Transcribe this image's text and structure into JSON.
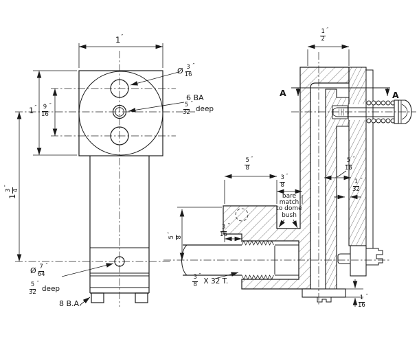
{
  "front_view": {
    "dim_width": {
      "value": "1",
      "unit": "″"
    },
    "dim_height": {
      "value": "1",
      "unit": "″"
    },
    "dim_hole_spacing": {
      "num": "9",
      "den": "16",
      "unit": "″"
    },
    "dim_overall": {
      "whole": "1",
      "num": "3",
      "den": "4",
      "unit": "″"
    },
    "top_hole_dia": {
      "prefix": "Ø",
      "num": "3",
      "den": "16",
      "unit": "″"
    },
    "tap_label": {
      "line1": "6 BA",
      "num": "5",
      "den": "32",
      "unit": "″",
      "suffix": "deep"
    },
    "small_hole_dia": {
      "prefix": "Ø",
      "num": "7",
      "den": "64",
      "unit": "″"
    },
    "small_hole_depth": {
      "num": "5",
      "den": "32",
      "unit": "″",
      "suffix": "deep"
    },
    "feet_label": "8 B.A."
  },
  "section_view": {
    "dim_top_width": {
      "num": "1",
      "den": "2",
      "unit": "″"
    },
    "section_label_left": "A",
    "section_label_right": "A",
    "dim_arm_len": {
      "num": "5",
      "den": "8",
      "unit": "″"
    },
    "dim_recess": {
      "num": "3",
      "den": "8",
      "unit": "″"
    },
    "recess_note": [
      "bare",
      "match",
      "to dome",
      "bush"
    ],
    "dim_plate": {
      "num": "5",
      "den": "16",
      "unit": "″"
    },
    "dim_gap": {
      "num": "1",
      "den": "32",
      "unit": "″"
    },
    "dim_shaft_height": {
      "num": "5",
      "den": "8",
      "unit": "″"
    },
    "dim_step": {
      "num": "3",
      "den": "16",
      "unit": "″"
    },
    "thread_label": {
      "num": "3",
      "den": "8",
      "unit": "″",
      "suffix": "X 32 T."
    },
    "dim_foot": {
      "num": "1",
      "den": "16",
      "unit": "″"
    }
  }
}
